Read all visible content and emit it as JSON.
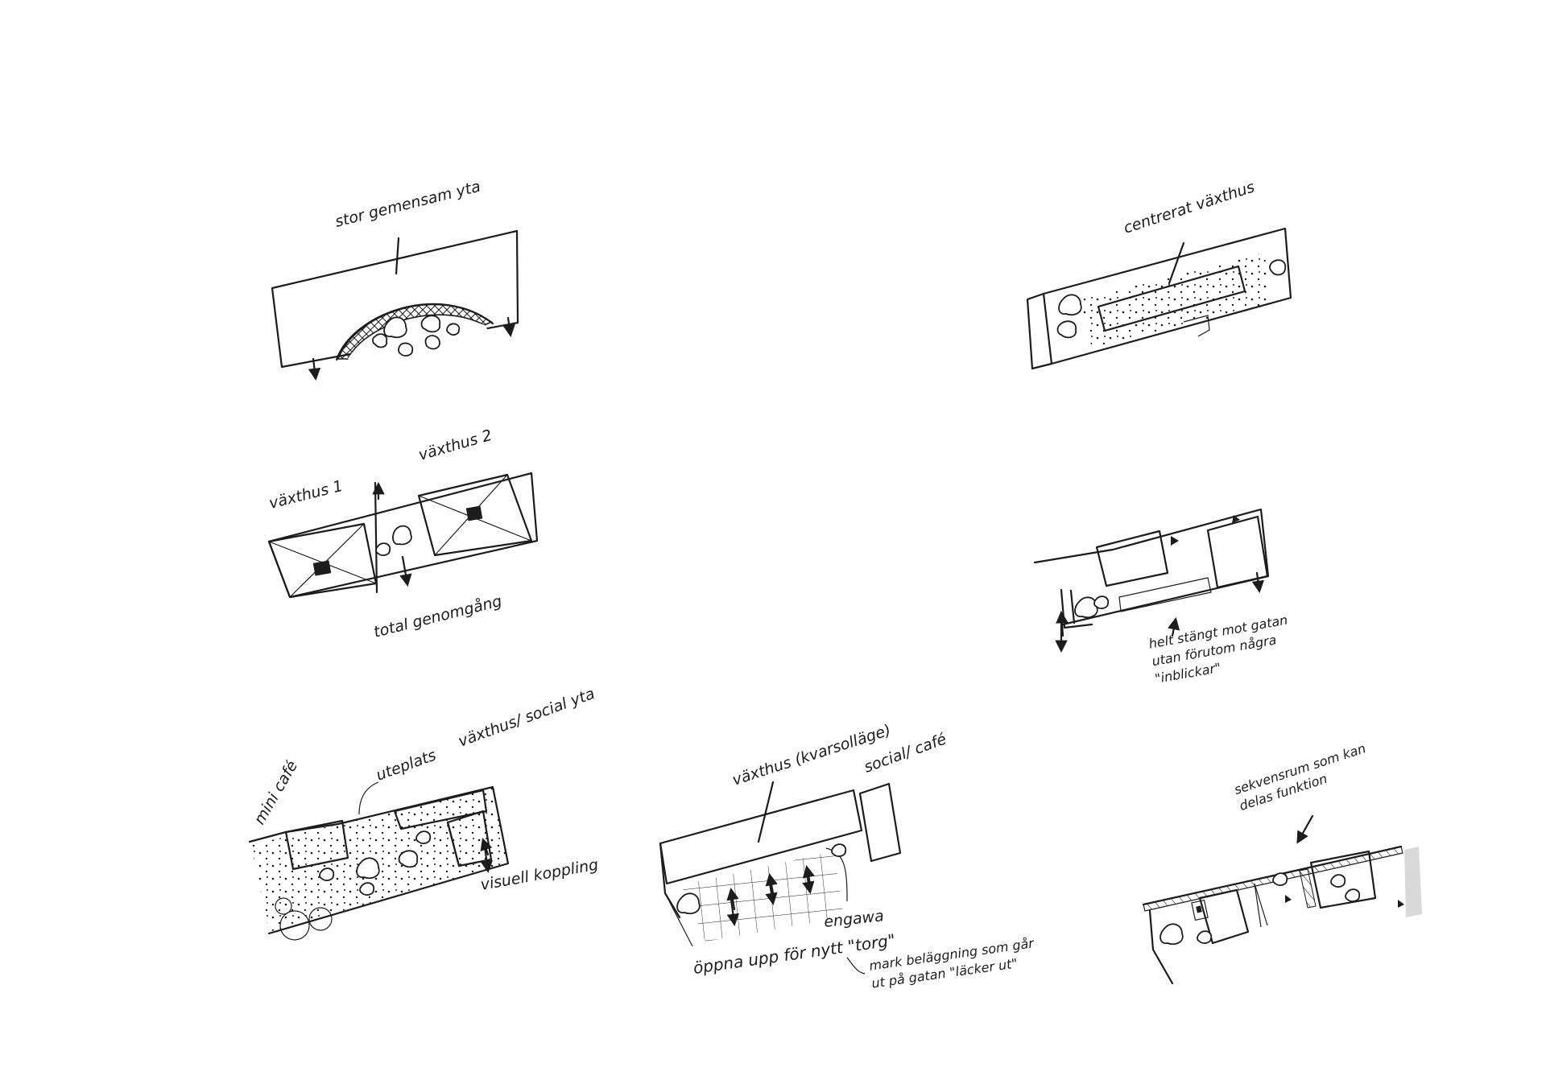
{
  "sketches": {
    "gemensam": {
      "label": "stor gemensam yta"
    },
    "centrerat": {
      "label": "centrerat växthus"
    },
    "vaxthus12": {
      "label1": "växthus 1",
      "label2": "växthus 2",
      "label3": "total genomgång"
    },
    "stangt": {
      "label": "helt stängt mot gatan utan förutom några \"inblickar\""
    },
    "minicafe": {
      "label1": "mini café",
      "label2": "uteplats",
      "label3": "växthus/ social yta",
      "label4": "visuell koppling"
    },
    "torg": {
      "label1": "växthus (kvarsolläge)",
      "label2": "social/ café",
      "label3": "engawa",
      "label4": "öppna upp för nytt \"torg\"",
      "label5": "mark beläggning som går ut på gatan \"läcker ut\""
    },
    "sekvens": {
      "label": "sekvensrum som kan delas funktion"
    }
  }
}
